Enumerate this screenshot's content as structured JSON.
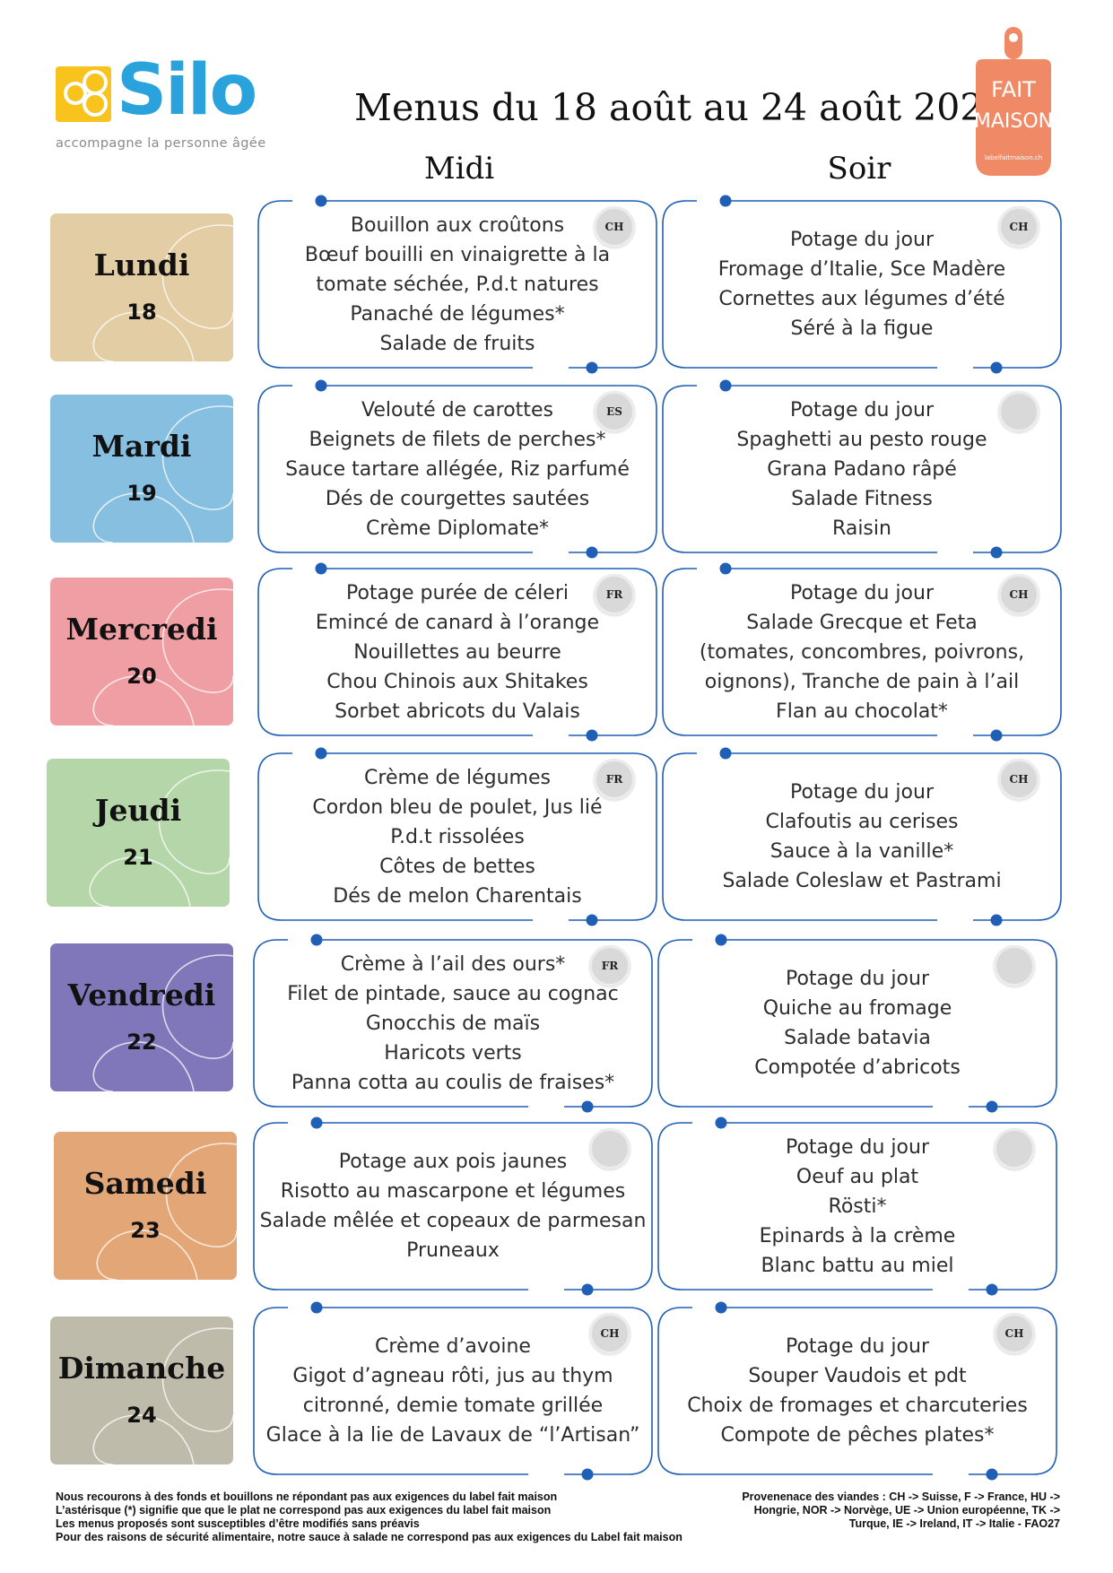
{
  "logo": {
    "brand": "Silo",
    "tagline": "accompagne la personne âgée"
  },
  "title": "Menus du 18 août au 24 août 2025",
  "columns": {
    "midi": "Midi",
    "soir": "Soir"
  },
  "fait_maison": {
    "line1": "FAIT",
    "line2": "MAISON",
    "url": "labelfaitmaison.ch"
  },
  "colors": {
    "accent_blue": "#1f5fb5",
    "lundi": "#e2cda4",
    "mardi": "#86bfe0",
    "mercredi": "#ef9fa3",
    "jeudi": "#b4d6a8",
    "vendredi": "#7f77b9",
    "samedi": "#e3a676",
    "dimanche": "#bfbbaa",
    "fait_maison": "#f08a66"
  },
  "days": [
    {
      "name": "Lundi",
      "num": "18",
      "midi": {
        "badge": "CH",
        "lines": [
          "Bouillon aux croûtons",
          "Bœuf bouilli en vinaigrette à la",
          "tomate séchée, P.d.t natures",
          "Panaché de légumes*",
          "Salade de fruits"
        ]
      },
      "soir": {
        "badge": "CH",
        "lines": [
          "Potage du jour",
          "Fromage d’Italie, Sce Madère",
          "Cornettes aux légumes d’été",
          "Séré à la figue"
        ]
      }
    },
    {
      "name": "Mardi",
      "num": "19",
      "midi": {
        "badge": "ES",
        "lines": [
          "Velouté de carottes",
          "Beignets de filets de perches*",
          "Sauce tartare allégée, Riz parfumé",
          "Dés de courgettes sautées",
          "Crème Diplomate*"
        ]
      },
      "soir": {
        "badge": "",
        "lines": [
          "Potage du jour",
          "Spaghetti au pesto rouge",
          "Grana Padano râpé",
          "Salade Fitness",
          "Raisin"
        ]
      }
    },
    {
      "name": "Mercredi",
      "num": "20",
      "midi": {
        "badge": "FR",
        "lines": [
          "Potage purée de céleri",
          "Emincé de canard à l’orange",
          "Nouillettes au beurre",
          "Chou Chinois aux Shitakes",
          "Sorbet abricots du Valais"
        ]
      },
      "soir": {
        "badge": "CH",
        "lines": [
          "Potage du jour",
          "Salade Grecque et Feta",
          "(tomates, concombres, poivrons,",
          "oignons), Tranche de pain à l’ail",
          "Flan au chocolat*"
        ]
      }
    },
    {
      "name": "Jeudi",
      "num": "21",
      "midi": {
        "badge": "FR",
        "lines": [
          "Crème de légumes",
          "Cordon bleu de poulet, Jus lié",
          "P.d.t rissolées",
          "Côtes de bettes",
          "Dés de melon Charentais"
        ]
      },
      "soir": {
        "badge": "CH",
        "lines": [
          "Potage du jour",
          "Clafoutis au cerises",
          "Sauce à la vanille*",
          "Salade Coleslaw et Pastrami"
        ]
      }
    },
    {
      "name": "Vendredi",
      "num": "22",
      "midi": {
        "badge": "FR",
        "lines": [
          "Crème à l’ail des ours*",
          "Filet de pintade, sauce au cognac",
          "Gnocchis de maïs",
          "Haricots verts",
          "Panna cotta au coulis de fraises*"
        ]
      },
      "soir": {
        "badge": "",
        "lines": [
          "Potage du jour",
          "Quiche au fromage",
          "Salade batavia",
          "Compotée d’abricots"
        ]
      }
    },
    {
      "name": "Samedi",
      "num": "23",
      "midi": {
        "badge": "",
        "lines": [
          "Potage aux pois jaunes",
          "Risotto au mascarpone et légumes",
          "Salade mêlée et copeaux de parmesan",
          "Pruneaux"
        ]
      },
      "soir": {
        "badge": "",
        "lines": [
          "Potage du jour",
          "Oeuf au plat",
          "Rösti*",
          "Epinards à la crème",
          "Blanc battu au miel"
        ]
      }
    },
    {
      "name": "Dimanche",
      "num": "24",
      "midi": {
        "badge": "CH",
        "lines": [
          "Crème d’avoine",
          "Gigot d’agneau rôti, jus au thym",
          "citronné, demie tomate grillée",
          "Glace à la lie de Lavaux de “l’Artisan”"
        ]
      },
      "soir": {
        "badge": "CH",
        "lines": [
          "Potage du jour",
          "Souper Vaudois et pdt",
          "Choix de fromages et charcuteries",
          "Compote de pêches plates*"
        ]
      }
    }
  ],
  "footer_left": [
    "Nous recourons à des fonds et bouillons ne répondant pas aux exigences du label fait maison",
    "L’astérisque (*) signifie que que le plat ne correspond pas aux exigences du label fait maison",
    "Les menus proposés sont susceptibles d’être modifiés sans préavis",
    "Pour des raisons de sécurité alimentaire, notre sauce à salade ne correspond pas aux exigences du Label fait maison"
  ],
  "footer_right": [
    "Provenenace des viandes : CH -> Suisse, F -> France, HU ->",
    "Hongrie, NOR -> Norvège, UE -> Union européenne, TK ->",
    "Turque, IE -> Ireland, IT -> Italie - FAO27"
  ]
}
